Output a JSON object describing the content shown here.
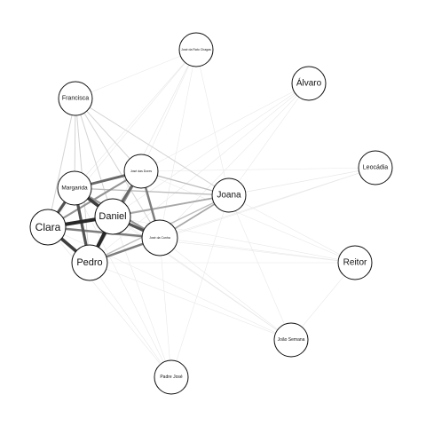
{
  "chart_data": {
    "type": "network",
    "nodes": [
      {
        "id": "jose_ratao",
        "label": "José da Rato Chagas"
      },
      {
        "id": "alvaro",
        "label": "Álvaro"
      },
      {
        "id": "francisca",
        "label": "Francisca"
      },
      {
        "id": "leocadia",
        "label": "Leocádia"
      },
      {
        "id": "jose_dores",
        "label": "José das Dores"
      },
      {
        "id": "margarida",
        "label": "Margarida"
      },
      {
        "id": "joana",
        "label": "Joana"
      },
      {
        "id": "daniel",
        "label": "Daniel"
      },
      {
        "id": "clara",
        "label": "Clara"
      },
      {
        "id": "jose_cunha",
        "label": "José da Cunha"
      },
      {
        "id": "reitor",
        "label": "Reitor"
      },
      {
        "id": "pedro",
        "label": "Pedro"
      },
      {
        "id": "joao_semana",
        "label": "João Semana"
      },
      {
        "id": "padre_jose",
        "label": "Padre José"
      }
    ],
    "edges": [
      {
        "source": "clara",
        "target": "daniel",
        "weight": 10
      },
      {
        "source": "clara",
        "target": "margarida",
        "weight": 8
      },
      {
        "source": "clara",
        "target": "pedro",
        "weight": 9
      },
      {
        "source": "daniel",
        "target": "pedro",
        "weight": 10
      },
      {
        "source": "daniel",
        "target": "margarida",
        "weight": 9
      },
      {
        "source": "margarida",
        "target": "pedro",
        "weight": 8
      },
      {
        "source": "daniel",
        "target": "jose_cunha",
        "weight": 8
      },
      {
        "source": "daniel",
        "target": "jose_dores",
        "weight": 7
      },
      {
        "source": "margarida",
        "target": "jose_dores",
        "weight": 7
      },
      {
        "source": "clara",
        "target": "jose_cunha",
        "weight": 6
      },
      {
        "source": "pedro",
        "target": "jose_cunha",
        "weight": 6
      },
      {
        "source": "jose_dores",
        "target": "jose_cunha",
        "weight": 6
      },
      {
        "source": "clara",
        "target": "jose_dores",
        "weight": 5
      },
      {
        "source": "pedro",
        "target": "jose_dores",
        "weight": 5
      },
      {
        "source": "margarida",
        "target": "jose_cunha",
        "weight": 5
      },
      {
        "source": "daniel",
        "target": "joana",
        "weight": 4
      },
      {
        "source": "clara",
        "target": "joana",
        "weight": 3
      },
      {
        "source": "margarida",
        "target": "joana",
        "weight": 3
      },
      {
        "source": "pedro",
        "target": "joana",
        "weight": 3
      },
      {
        "source": "jose_dores",
        "target": "joana",
        "weight": 3
      },
      {
        "source": "jose_cunha",
        "target": "joana",
        "weight": 4
      },
      {
        "source": "francisca",
        "target": "clara",
        "weight": 2
      },
      {
        "source": "francisca",
        "target": "margarida",
        "weight": 2
      },
      {
        "source": "francisca",
        "target": "daniel",
        "weight": 2
      },
      {
        "source": "francisca",
        "target": "pedro",
        "weight": 2
      },
      {
        "source": "francisca",
        "target": "jose_dores",
        "weight": 2
      },
      {
        "source": "francisca",
        "target": "jose_cunha",
        "weight": 2
      },
      {
        "source": "francisca",
        "target": "joana",
        "weight": 2
      },
      {
        "source": "jose_ratao",
        "target": "margarida",
        "weight": 1
      },
      {
        "source": "jose_ratao",
        "target": "daniel",
        "weight": 1
      },
      {
        "source": "jose_ratao",
        "target": "clara",
        "weight": 1
      },
      {
        "source": "jose_ratao",
        "target": "pedro",
        "weight": 1
      },
      {
        "source": "jose_ratao",
        "target": "jose_dores",
        "weight": 1
      },
      {
        "source": "jose_ratao",
        "target": "jose_cunha",
        "weight": 1
      },
      {
        "source": "jose_ratao",
        "target": "joana",
        "weight": 1
      },
      {
        "source": "jose_ratao",
        "target": "francisca",
        "weight": 1
      },
      {
        "source": "alvaro",
        "target": "joana",
        "weight": 1
      },
      {
        "source": "alvaro",
        "target": "jose_dores",
        "weight": 1
      },
      {
        "source": "alvaro",
        "target": "daniel",
        "weight": 1
      },
      {
        "source": "alvaro",
        "target": "jose_cunha",
        "weight": 1
      },
      {
        "source": "alvaro",
        "target": "pedro",
        "weight": 1
      },
      {
        "source": "leocadia",
        "target": "joana",
        "weight": 1
      },
      {
        "source": "leocadia",
        "target": "daniel",
        "weight": 1
      },
      {
        "source": "leocadia",
        "target": "jose_cunha",
        "weight": 1
      },
      {
        "source": "leocadia",
        "target": "jose_dores",
        "weight": 1
      },
      {
        "source": "leocadia",
        "target": "pedro",
        "weight": 1
      },
      {
        "source": "reitor",
        "target": "joana",
        "weight": 1
      },
      {
        "source": "reitor",
        "target": "daniel",
        "weight": 1
      },
      {
        "source": "reitor",
        "target": "jose_cunha",
        "weight": 1
      },
      {
        "source": "reitor",
        "target": "pedro",
        "weight": 1
      },
      {
        "source": "reitor",
        "target": "clara",
        "weight": 1
      },
      {
        "source": "reitor",
        "target": "jose_dores",
        "weight": 1
      },
      {
        "source": "reitor",
        "target": "joao_semana",
        "weight": 1
      },
      {
        "source": "joao_semana",
        "target": "joana",
        "weight": 1
      },
      {
        "source": "joao_semana",
        "target": "daniel",
        "weight": 1
      },
      {
        "source": "joao_semana",
        "target": "clara",
        "weight": 1
      },
      {
        "source": "joao_semana",
        "target": "pedro",
        "weight": 1
      },
      {
        "source": "joao_semana",
        "target": "jose_cunha",
        "weight": 1
      },
      {
        "source": "joao_semana",
        "target": "margarida",
        "weight": 1
      },
      {
        "source": "padre_jose",
        "target": "clara",
        "weight": 1
      },
      {
        "source": "padre_jose",
        "target": "pedro",
        "weight": 1
      },
      {
        "source": "padre_jose",
        "target": "daniel",
        "weight": 1
      },
      {
        "source": "padre_jose",
        "target": "jose_cunha",
        "weight": 1
      },
      {
        "source": "padre_jose",
        "target": "joana",
        "weight": 1
      },
      {
        "source": "padre_jose",
        "target": "margarida",
        "weight": 1
      }
    ]
  }
}
